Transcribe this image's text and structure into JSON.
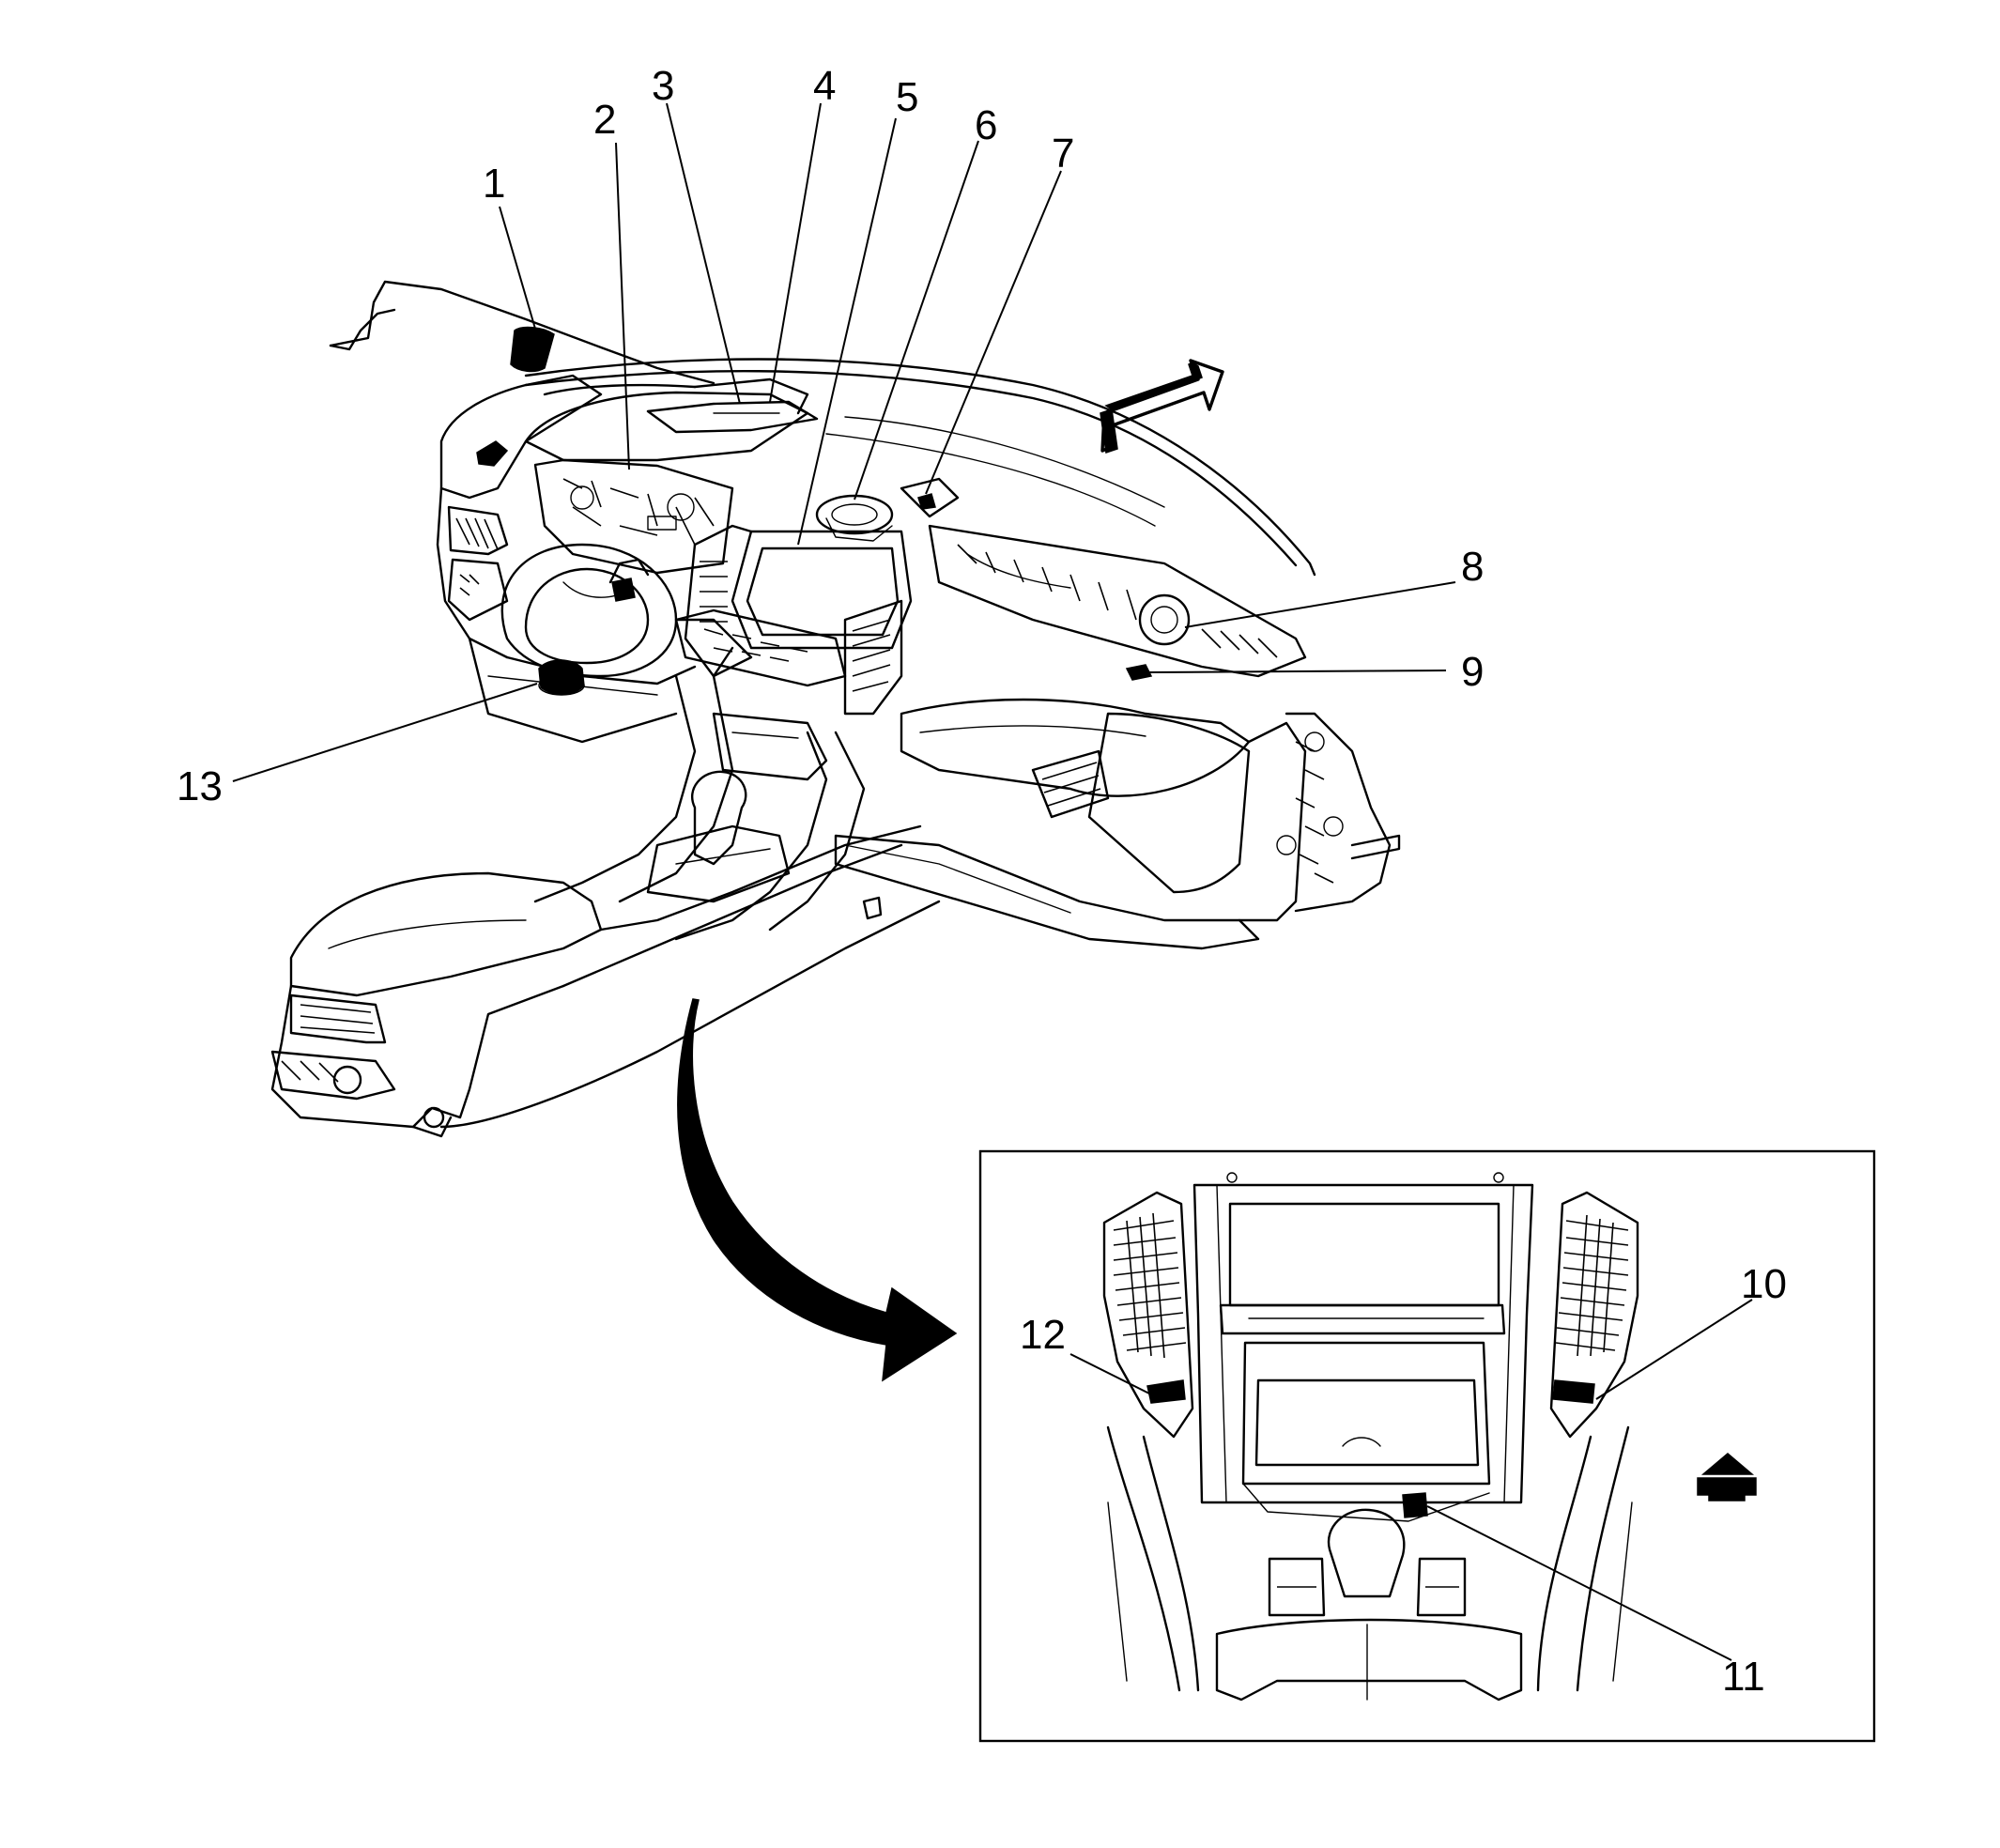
{
  "diagram": {
    "callouts": [
      {
        "id": "c1",
        "label": "1"
      },
      {
        "id": "c2",
        "label": "2"
      },
      {
        "id": "c3",
        "label": "3"
      },
      {
        "id": "c4",
        "label": "4"
      },
      {
        "id": "c5",
        "label": "5"
      },
      {
        "id": "c6",
        "label": "6"
      },
      {
        "id": "c7",
        "label": "7"
      },
      {
        "id": "c8",
        "label": "8"
      },
      {
        "id": "c9",
        "label": "9"
      },
      {
        "id": "c10",
        "label": "10"
      },
      {
        "id": "c11",
        "label": "11"
      },
      {
        "id": "c12",
        "label": "12"
      },
      {
        "id": "c13",
        "label": "13"
      }
    ],
    "icons": {
      "main_direction_arrow": "forward-direction-arrow-icon",
      "detail_direction_arrow": "forward-direction-arrow-icon",
      "detail_pointer_arrow": "curved-pointer-arrow-icon"
    }
  }
}
